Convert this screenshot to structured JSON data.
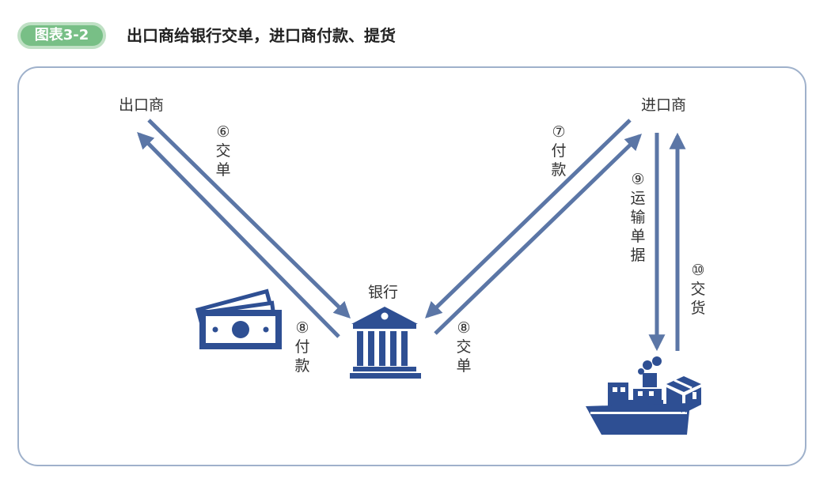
{
  "header": {
    "badge": "图表3-2",
    "title": "出口商给银行交单，进口商付款、提货"
  },
  "nodes": {
    "exporter": "出口商",
    "importer": "进口商",
    "bank": "银行"
  },
  "steps": {
    "s6": "⑥交单",
    "s7": "⑦付款",
    "s8_pay": "⑧付款",
    "s8_doc": "⑧交单",
    "s9": "⑨运输单据",
    "s10": "⑩交货"
  },
  "icons": [
    "cash-icon",
    "bank-icon",
    "ship-icon",
    "package-icon"
  ],
  "colors": {
    "arrow": "#5b76a6",
    "icon": "#2e4f93",
    "badge": "#78bf86",
    "frame": "#9fb1cb"
  }
}
